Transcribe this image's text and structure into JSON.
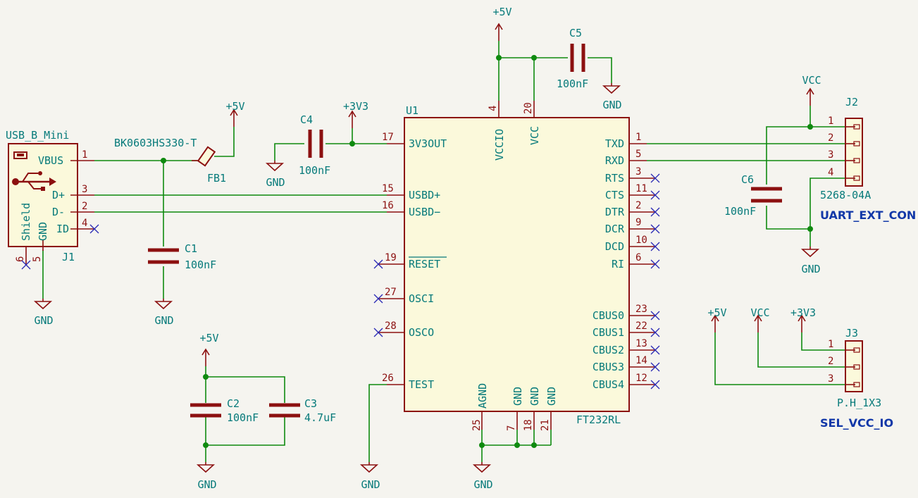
{
  "colors": {
    "wire": "#0f8a0f",
    "part": "#8c1010",
    "text": "#067a7a",
    "sheet_label": "#1238a8",
    "no_connect": "#2b2bb5",
    "background": "#f5f4ef"
  },
  "J1": {
    "name": "USB_B_Mini",
    "ref": "J1",
    "pins": [
      "VBUS",
      "D+",
      "D-",
      "ID",
      "Shield",
      "GND"
    ],
    "pin_numbers": [
      "1",
      "3",
      "2",
      "4",
      "6",
      "5"
    ]
  },
  "FB1": {
    "ref": "FB1",
    "value": "BK0603HS330-T"
  },
  "C1": {
    "ref": "C1",
    "value": "100nF"
  },
  "C2": {
    "ref": "C2",
    "value": "100nF"
  },
  "C3": {
    "ref": "C3",
    "value": "4.7uF"
  },
  "C4": {
    "ref": "C4",
    "value": "100nF"
  },
  "C5": {
    "ref": "C5",
    "value": "100nF"
  },
  "C6": {
    "ref": "C6",
    "value": "100nF"
  },
  "U1": {
    "ref": "U1",
    "value": "FT232RL",
    "left_pins": [
      {
        "num": "17",
        "name": "3V3OUT"
      },
      {
        "num": "15",
        "name": "USBD+"
      },
      {
        "num": "16",
        "name": "USBD−"
      },
      {
        "num": "19",
        "name": "RESET"
      },
      {
        "num": "27",
        "name": "OSCI"
      },
      {
        "num": "28",
        "name": "OSCO"
      },
      {
        "num": "26",
        "name": "TEST"
      }
    ],
    "right_pins": [
      {
        "num": "1",
        "name": "TXD"
      },
      {
        "num": "5",
        "name": "RXD"
      },
      {
        "num": "3",
        "name": "RTS"
      },
      {
        "num": "11",
        "name": "CTS"
      },
      {
        "num": "2",
        "name": "DTR"
      },
      {
        "num": "9",
        "name": "DCR"
      },
      {
        "num": "10",
        "name": "DCD"
      },
      {
        "num": "6",
        "name": "RI"
      },
      {
        "num": "23",
        "name": "CBUS0"
      },
      {
        "num": "22",
        "name": "CBUS1"
      },
      {
        "num": "13",
        "name": "CBUS2"
      },
      {
        "num": "14",
        "name": "CBUS3"
      },
      {
        "num": "12",
        "name": "CBUS4"
      }
    ],
    "top_pins": [
      {
        "num": "4",
        "name": "VCCIO"
      },
      {
        "num": "20",
        "name": "VCC"
      }
    ],
    "bottom_pins": [
      {
        "num": "25",
        "name": "AGND"
      },
      {
        "num": "7",
        "name": "GND"
      },
      {
        "num": "18",
        "name": "GND"
      },
      {
        "num": "21",
        "name": "GND"
      }
    ]
  },
  "J2": {
    "ref": "J2",
    "value": "5268-04A",
    "pins": [
      "1",
      "2",
      "3",
      "4"
    ],
    "sheet_label": "UART_EXT_CON"
  },
  "J3": {
    "ref": "J3",
    "value": "P.H_1X3",
    "pins": [
      "1",
      "2",
      "3"
    ],
    "sheet_label": "SEL_VCC_IO"
  },
  "power": {
    "p5v": "+5V",
    "p3v3": "+3V3",
    "vcc": "VCC",
    "gnd": "GND"
  }
}
